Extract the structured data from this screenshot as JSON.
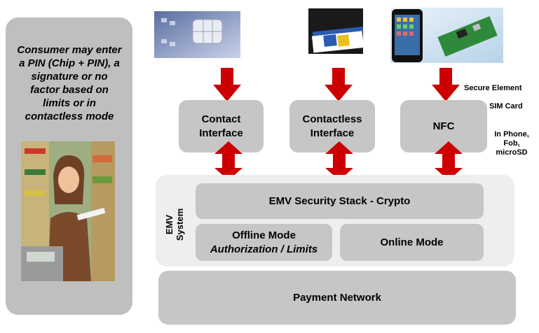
{
  "left_panel": {
    "caption": "Consumer may enter a PIN (Chip + PIN), a signature or no factor based on limits or in contactless mode"
  },
  "images": {
    "chip_card": "chip-card-photo",
    "contactless_card": "contactless-card-photo",
    "nfc_phone": "nfc-phone-and-board-photo",
    "shopper": "shopper-paying-with-card-photo"
  },
  "interfaces": {
    "contact": "Contact Interface",
    "contactless": "Contactless Interface",
    "nfc": "NFC"
  },
  "nfc_notes": {
    "secure_element": "Secure Element",
    "sim_card": "SIM Card",
    "in_phone": "In Phone, Fob, microSD"
  },
  "emv": {
    "system_label": "EMV System",
    "security_stack": "EMV Security Stack - Crypto",
    "offline_title": "Offline Mode",
    "offline_sub": "Authorization / Limits",
    "online": "Online Mode"
  },
  "network": {
    "label": "Payment Network"
  },
  "colors": {
    "box": "#c6c6c6",
    "panel": "#bfbfbf",
    "arrow": "#cc0000",
    "emv_bg": "#eeeeee"
  }
}
